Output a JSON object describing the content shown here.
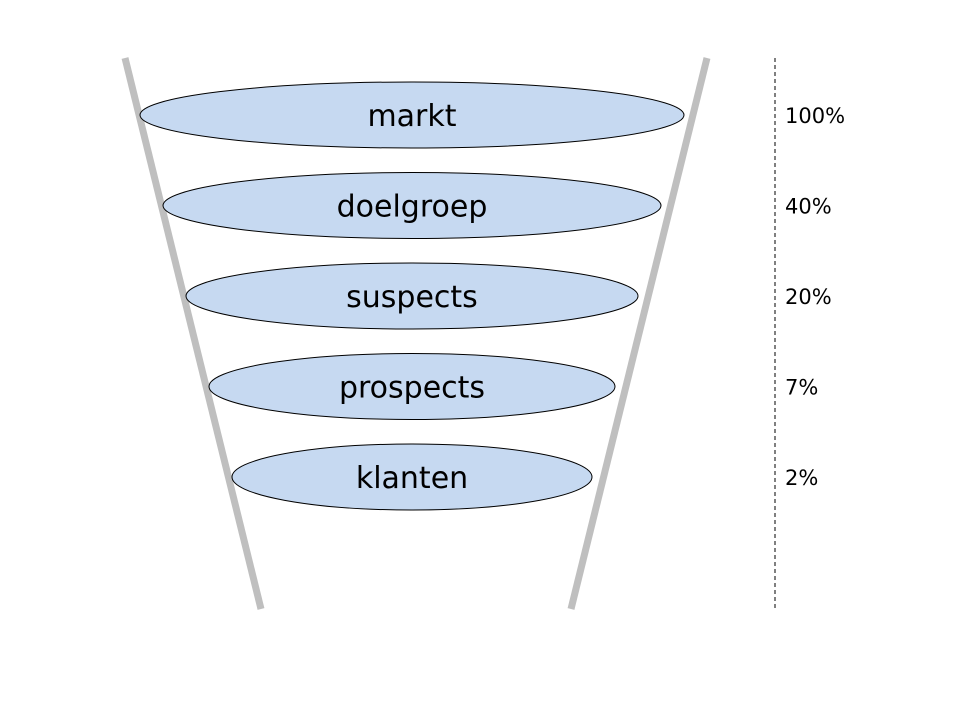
{
  "diagram": {
    "type": "funnel",
    "fill_color": "#c6d9f1",
    "wall_color": "#bfbfbf",
    "stages": [
      {
        "label": "markt",
        "percent": "100%"
      },
      {
        "label": "doelgroep",
        "percent": "40%"
      },
      {
        "label": "suspects",
        "percent": "20%"
      },
      {
        "label": "prospects",
        "percent": "7%"
      },
      {
        "label": "klanten",
        "percent": "2%"
      }
    ]
  }
}
